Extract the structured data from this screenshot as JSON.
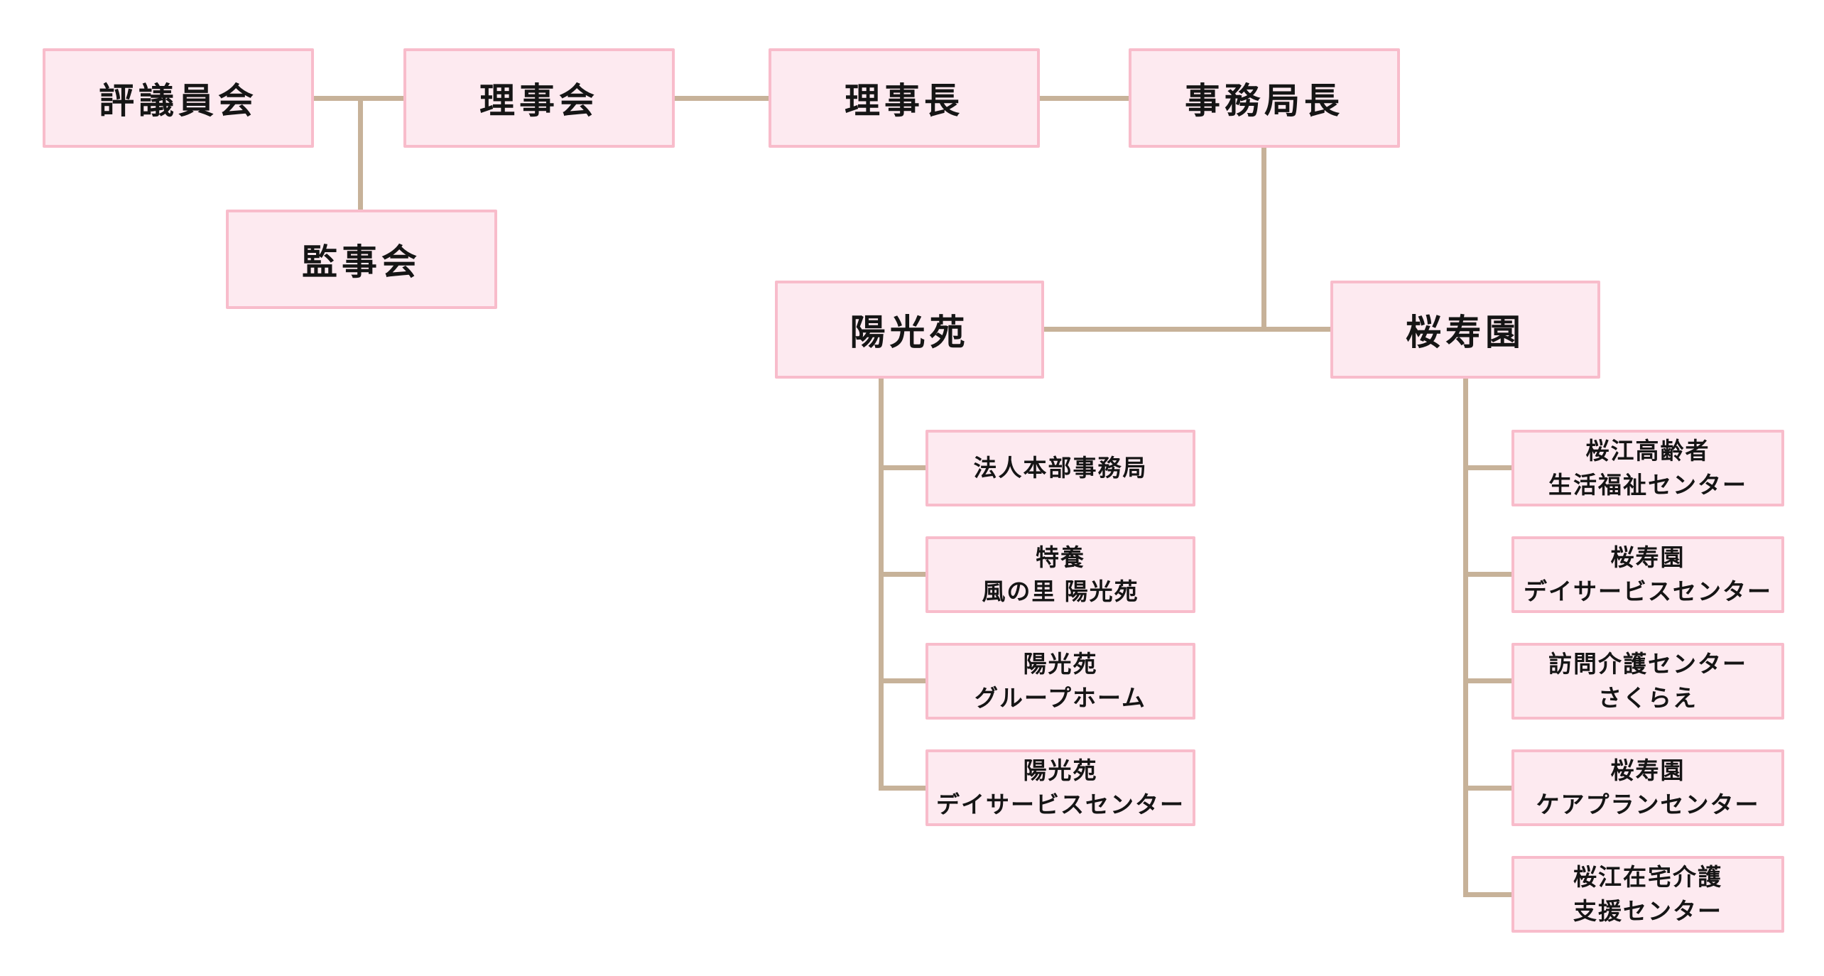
{
  "diagram_type": "organization-chart",
  "nodes": {
    "hyogiinkai": {
      "label": "評議員会"
    },
    "rijikai": {
      "label": "理事会"
    },
    "rijicho": {
      "label": "理事長"
    },
    "jimukyokucho": {
      "label": "事務局長"
    },
    "kanjikai": {
      "label": "監事会"
    },
    "yokoen": {
      "label": "陽光苑"
    },
    "ojuen": {
      "label": "桜寿園"
    }
  },
  "left_children": [
    {
      "line1": "法人本部事務局",
      "line2": ""
    },
    {
      "line1": "特養",
      "line2": "風の里 陽光苑"
    },
    {
      "line1": "陽光苑",
      "line2": "グループホーム"
    },
    {
      "line1": "陽光苑",
      "line2": "デイサービスセンター"
    }
  ],
  "right_children": [
    {
      "line1": "桜江高齢者",
      "line2": "生活福祉センター"
    },
    {
      "line1": "桜寿園",
      "line2": "デイサービスセンター"
    },
    {
      "line1": "訪問介護センター",
      "line2": "さくらえ"
    },
    {
      "line1": "桜寿園",
      "line2": "ケアプランセンター"
    },
    {
      "line1": "桜江在宅介護",
      "line2": "支援センター"
    }
  ],
  "colors": {
    "box_fill": "#fdeaf0",
    "box_border": "#f8bccb",
    "connector": "#c7b299",
    "text": "#151515",
    "background": "#ffffff"
  }
}
